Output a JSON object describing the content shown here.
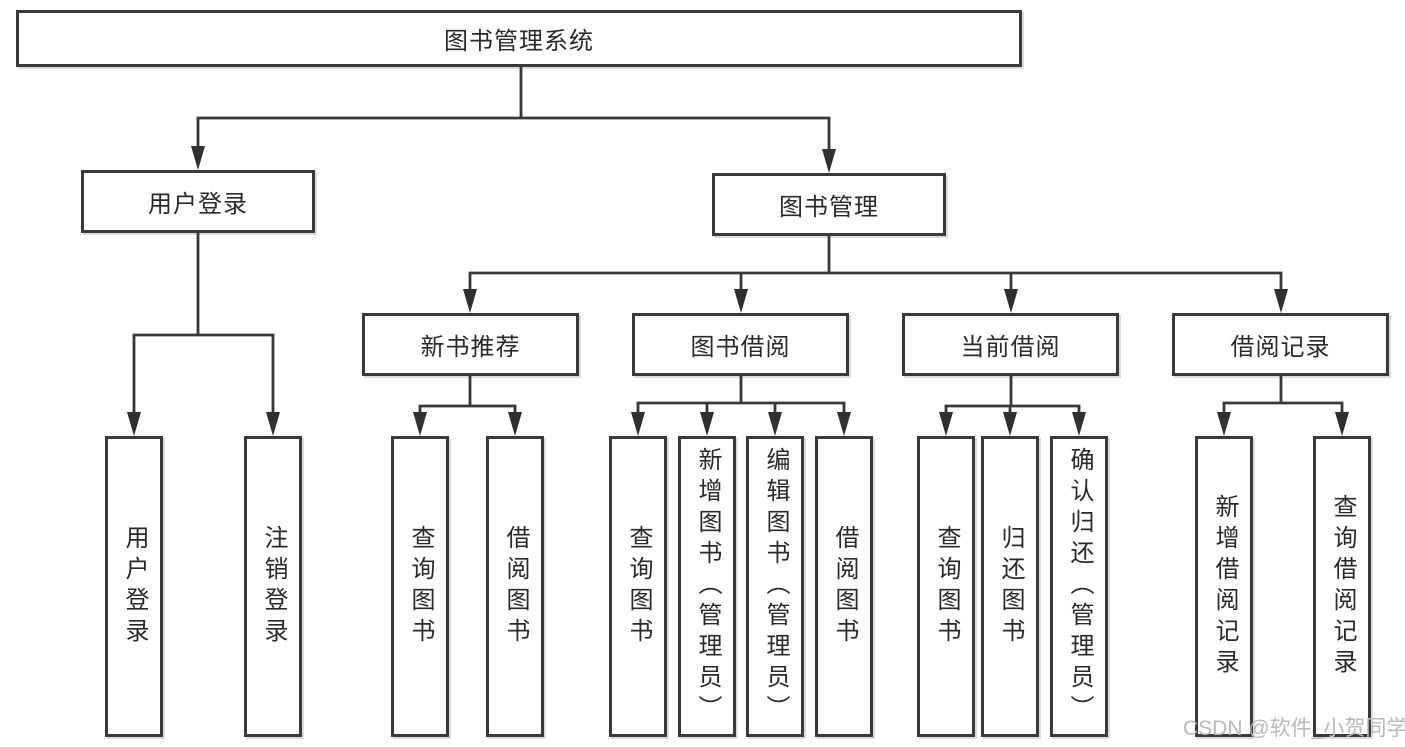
{
  "root": {
    "label": "图书管理系统",
    "children": [
      {
        "label": "用户登录",
        "children": [
          {
            "label": "用户登录"
          },
          {
            "label": "注销登录"
          }
        ]
      },
      {
        "label": "图书管理",
        "children": [
          {
            "label": "新书推荐",
            "children": [
              {
                "label": "查询图书"
              },
              {
                "label": "借阅图书"
              }
            ]
          },
          {
            "label": "图书借阅",
            "children": [
              {
                "label": "查询图书"
              },
              {
                "label": "新增图书（管理员）"
              },
              {
                "label": "编辑图书（管理员）"
              },
              {
                "label": "借阅图书"
              }
            ]
          },
          {
            "label": "当前借阅",
            "children": [
              {
                "label": "查询图书"
              },
              {
                "label": "归还图书"
              },
              {
                "label": "确认归还（管理员）"
              }
            ]
          },
          {
            "label": "借阅记录",
            "children": [
              {
                "label": "新增借阅记录"
              },
              {
                "label": "查询借阅记录"
              }
            ]
          }
        ]
      }
    ]
  },
  "watermark": "CSDN @软件_小贺同学",
  "colors": {
    "line": "#383838",
    "box_border": "#3a3a3a",
    "text": "#2a2a2a",
    "watermark": "#b9b9b9",
    "background": "#ffffff"
  }
}
